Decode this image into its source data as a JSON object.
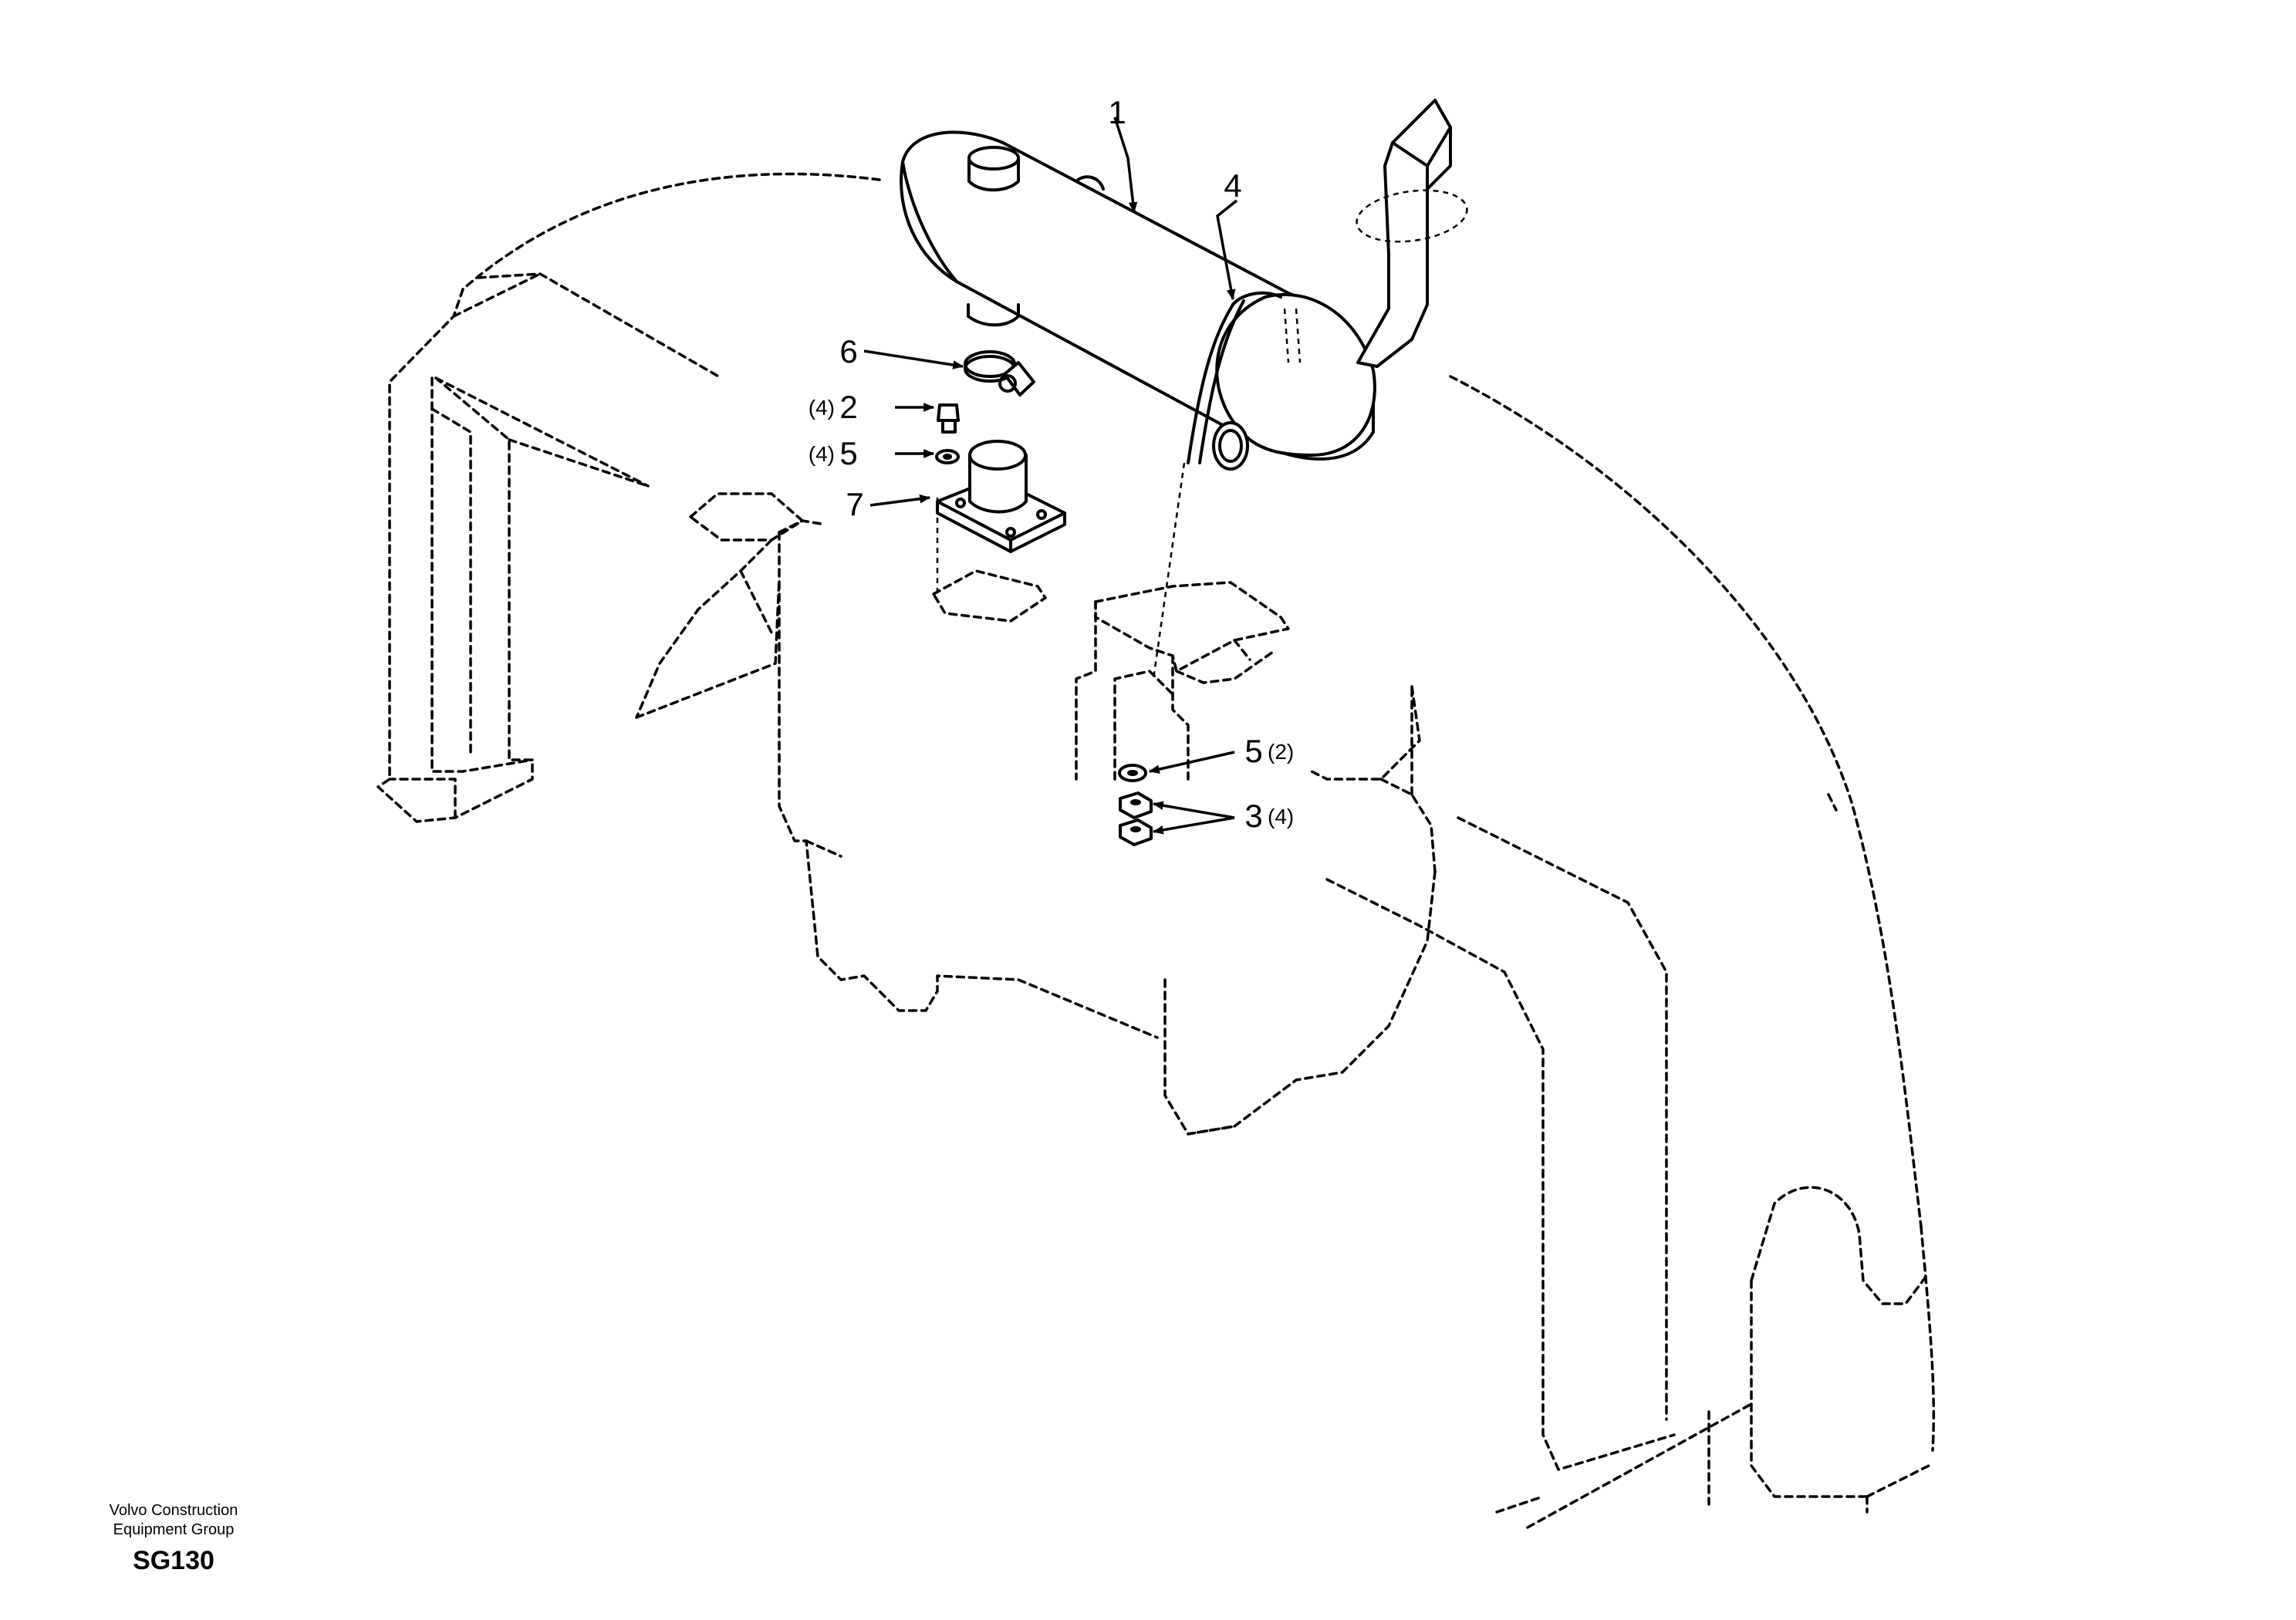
{
  "diagram": {
    "callouts": {
      "c1": {
        "num": "1",
        "qty": ""
      },
      "c2": {
        "num": "2",
        "qty": "(4)"
      },
      "c3": {
        "num": "3",
        "qty": "(4)"
      },
      "c4": {
        "num": "4",
        "qty": ""
      },
      "c5a": {
        "num": "5",
        "qty": "(4)"
      },
      "c5b": {
        "num": "5",
        "qty": "(2)"
      },
      "c6": {
        "num": "6",
        "qty": ""
      },
      "c7": {
        "num": "7",
        "qty": ""
      }
    }
  },
  "footer": {
    "org_line1": "Volvo Construction",
    "org_line2": "Equipment Group",
    "code": "SG130"
  },
  "colors": {
    "ink": "#000000",
    "paper": "#ffffff"
  }
}
